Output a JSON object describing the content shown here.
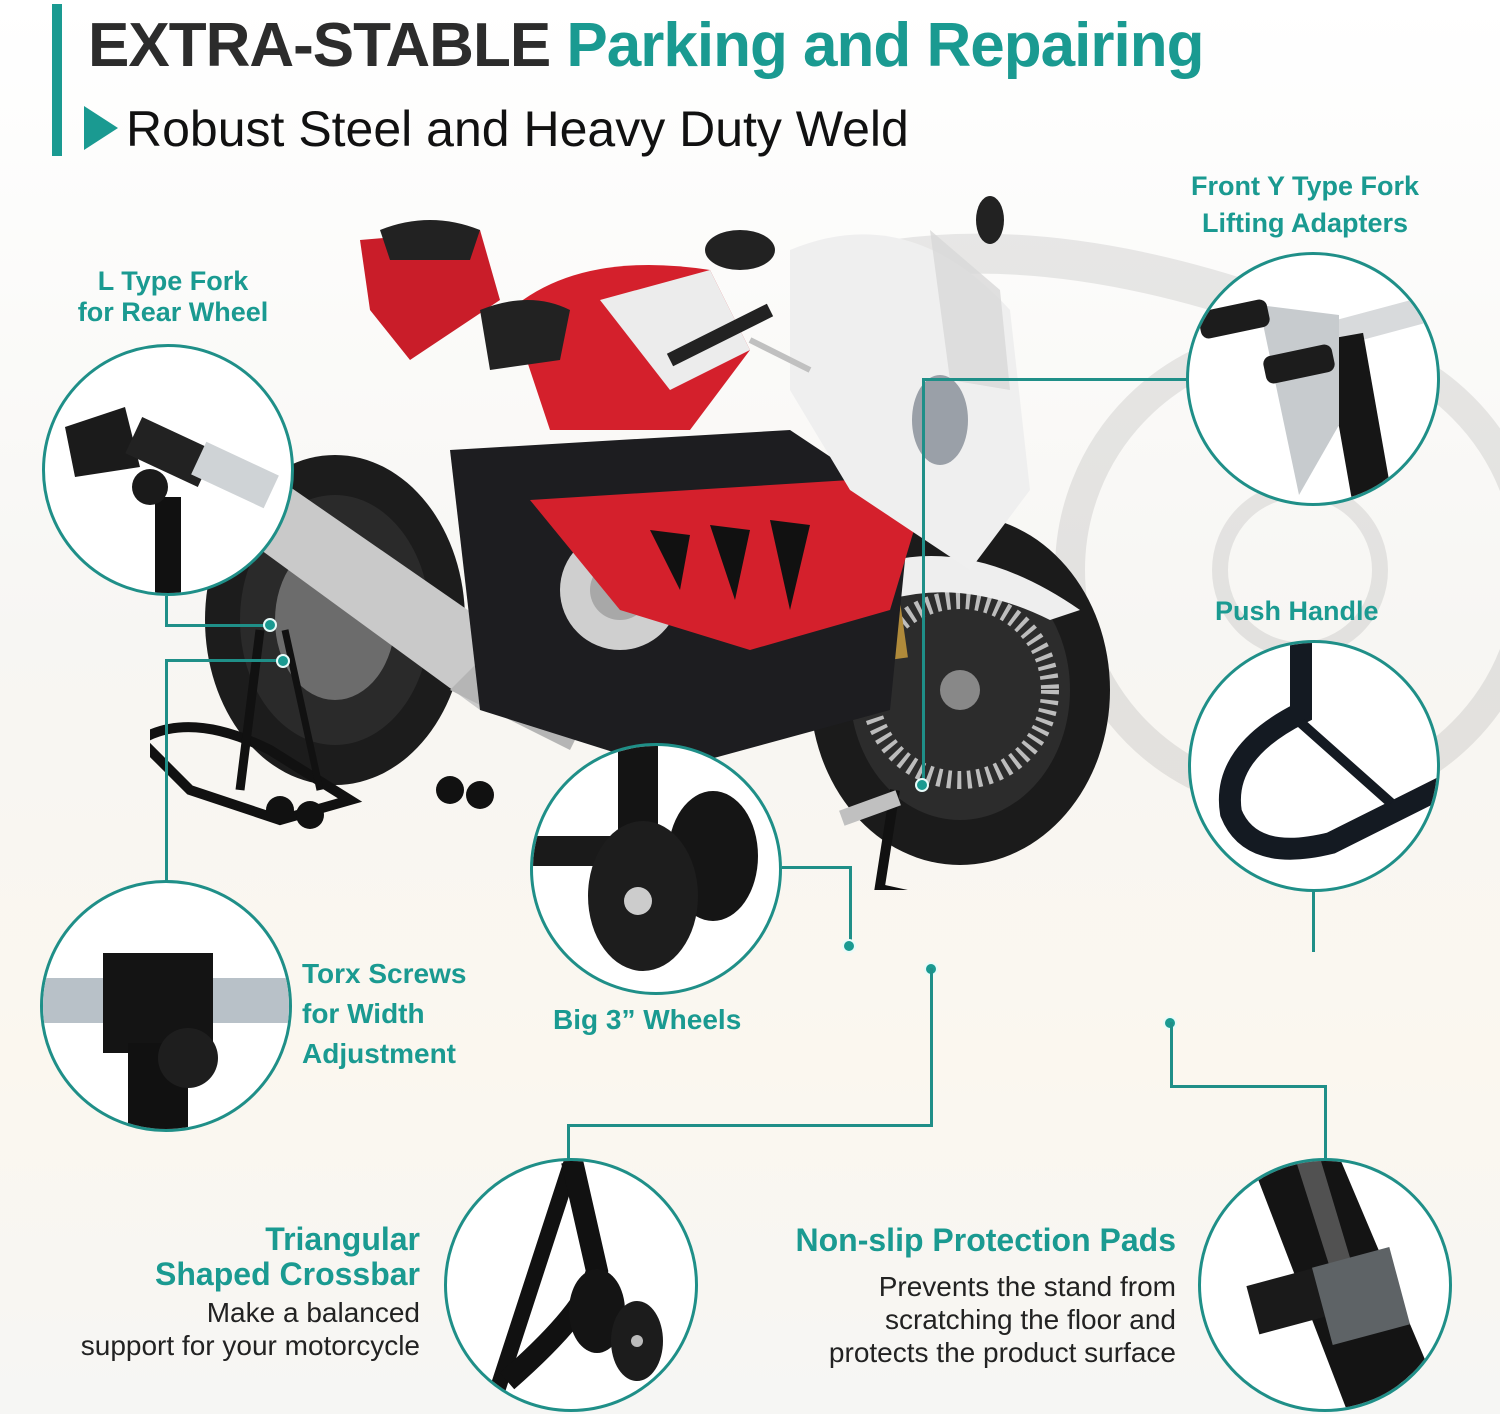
{
  "header": {
    "title_part1": "EXTRA-STABLE",
    "title_part2": "Parking and Repairing",
    "subtitle": "Robust Steel and Heavy Duty Weld"
  },
  "colors": {
    "accent_teal": "#1a9a91",
    "title_dark": "#2c2c2c",
    "bike_red": "#d4202c",
    "bike_black": "#1b1b1d",
    "bike_white": "#f1f1f1"
  },
  "features": [
    {
      "id": "l-type-fork",
      "label_line1": "L Type Fork",
      "label_line2": "for Rear Wheel"
    },
    {
      "id": "front-y-fork",
      "label_line1": "Front Y Type Fork",
      "label_line2": "Lifting Adapters"
    },
    {
      "id": "push-handle",
      "label_line1": "Push Handle"
    },
    {
      "id": "torx-screws",
      "label_line1": "Torx Screws",
      "label_line2": "for Width",
      "label_line3": "Adjustment"
    },
    {
      "id": "big-wheels",
      "label_line1": "Big 3” Wheels"
    },
    {
      "id": "triangular-crossbar",
      "label_line1": "Triangular",
      "label_line2": "Shaped Crossbar",
      "desc_line1": "Make a balanced",
      "desc_line2": "support for your motorcycle"
    },
    {
      "id": "non-slip-pads",
      "label_line1": "Non-slip Protection Pads",
      "desc_line1": "Prevents the stand from",
      "desc_line2": "scratching the floor and",
      "desc_line3": "protects the product surface"
    }
  ]
}
